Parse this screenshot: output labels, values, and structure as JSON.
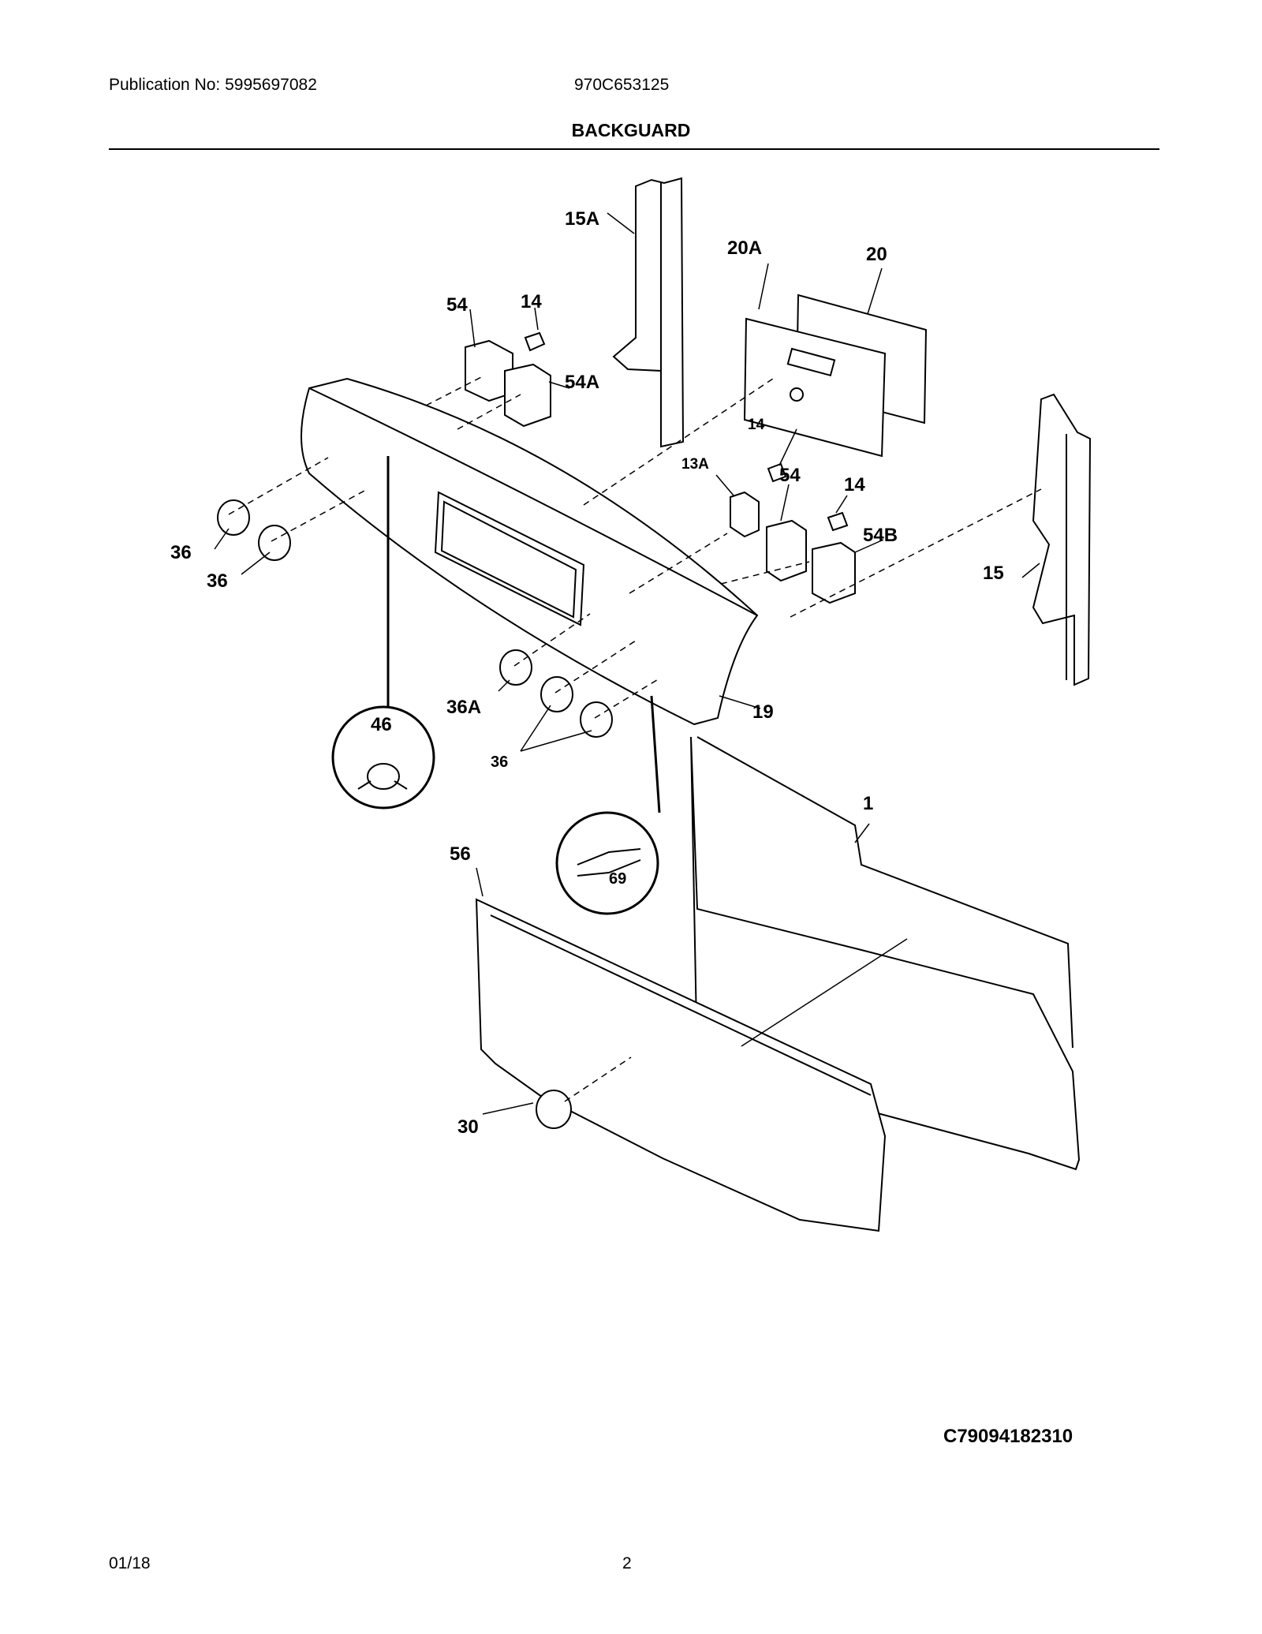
{
  "header": {
    "publication": "Publication No: 5995697082",
    "model": "970C653125",
    "title": "BACKGUARD"
  },
  "diagram_code": "C79094182310",
  "footer": {
    "date": "01/18",
    "page": "2"
  },
  "callouts": {
    "c15A": "15A",
    "c20A": "20A",
    "c20": "20",
    "c54a": "54",
    "c14a": "14",
    "c54A": "54A",
    "c14b": "14",
    "c13A": "13A",
    "c54b": "54",
    "c14c": "14",
    "c54B": "54B",
    "c15": "15",
    "c36a": "36",
    "c36b": "36",
    "c36A": "36A",
    "c19": "19",
    "c46": "46",
    "c36c": "36",
    "c1": "1",
    "c69": "69",
    "c56": "56",
    "c30": "30"
  }
}
